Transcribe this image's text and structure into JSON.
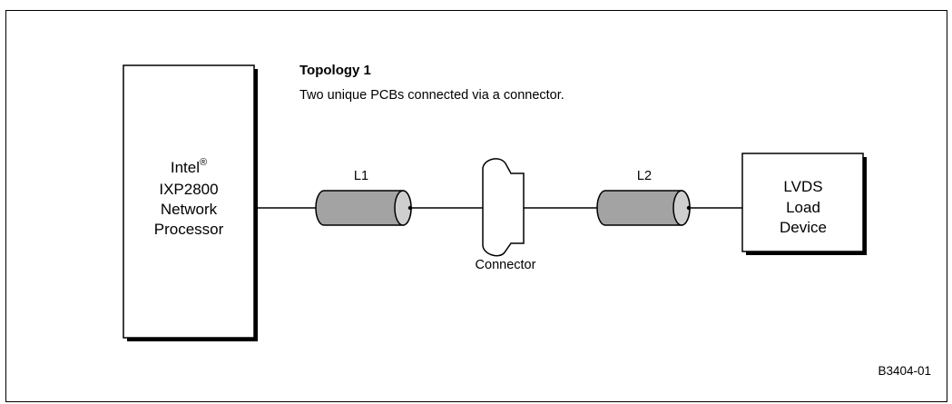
{
  "topology": {
    "title": "Topology 1",
    "subtitle": "Two unique PCBs connected via a connector."
  },
  "processor": {
    "line1": "Intel",
    "trademark": "®",
    "line2": "IXP2800",
    "line3": "Network",
    "line4": "Processor"
  },
  "load_device": {
    "line1": "LVDS",
    "line2": "Load",
    "line3": "Device"
  },
  "traces": {
    "l1_label": "L1",
    "l2_label": "L2"
  },
  "connector": {
    "label": "Connector"
  },
  "figure_id": "B3404-01",
  "colors": {
    "trace_fill": "#a3a3a3",
    "trace_end": "#cfcfcf",
    "stroke": "#000000"
  }
}
